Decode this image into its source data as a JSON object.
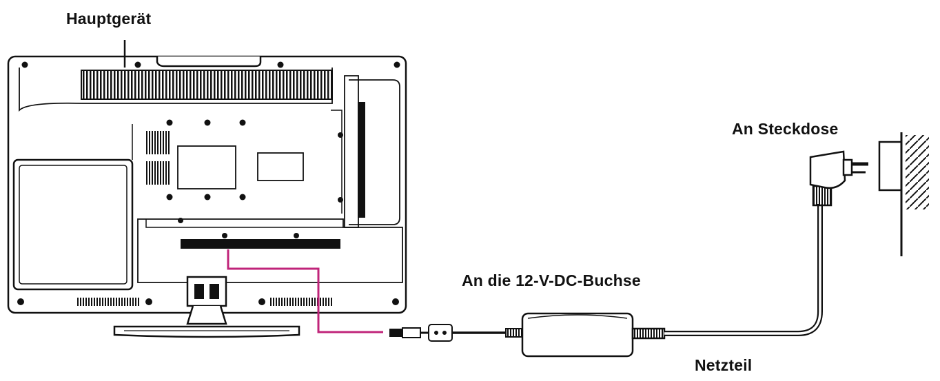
{
  "labels": {
    "main_unit": "Hauptgerät",
    "to_outlet": "An Steckdose",
    "to_dc_jack": "An die 12-V-DC-Buchse",
    "power_adapter": "Netzteil"
  },
  "colors": {
    "line": "#111111",
    "dc_cable": "#c0247a",
    "panel_fill": "#ffffff",
    "port_strip": "#111111"
  }
}
